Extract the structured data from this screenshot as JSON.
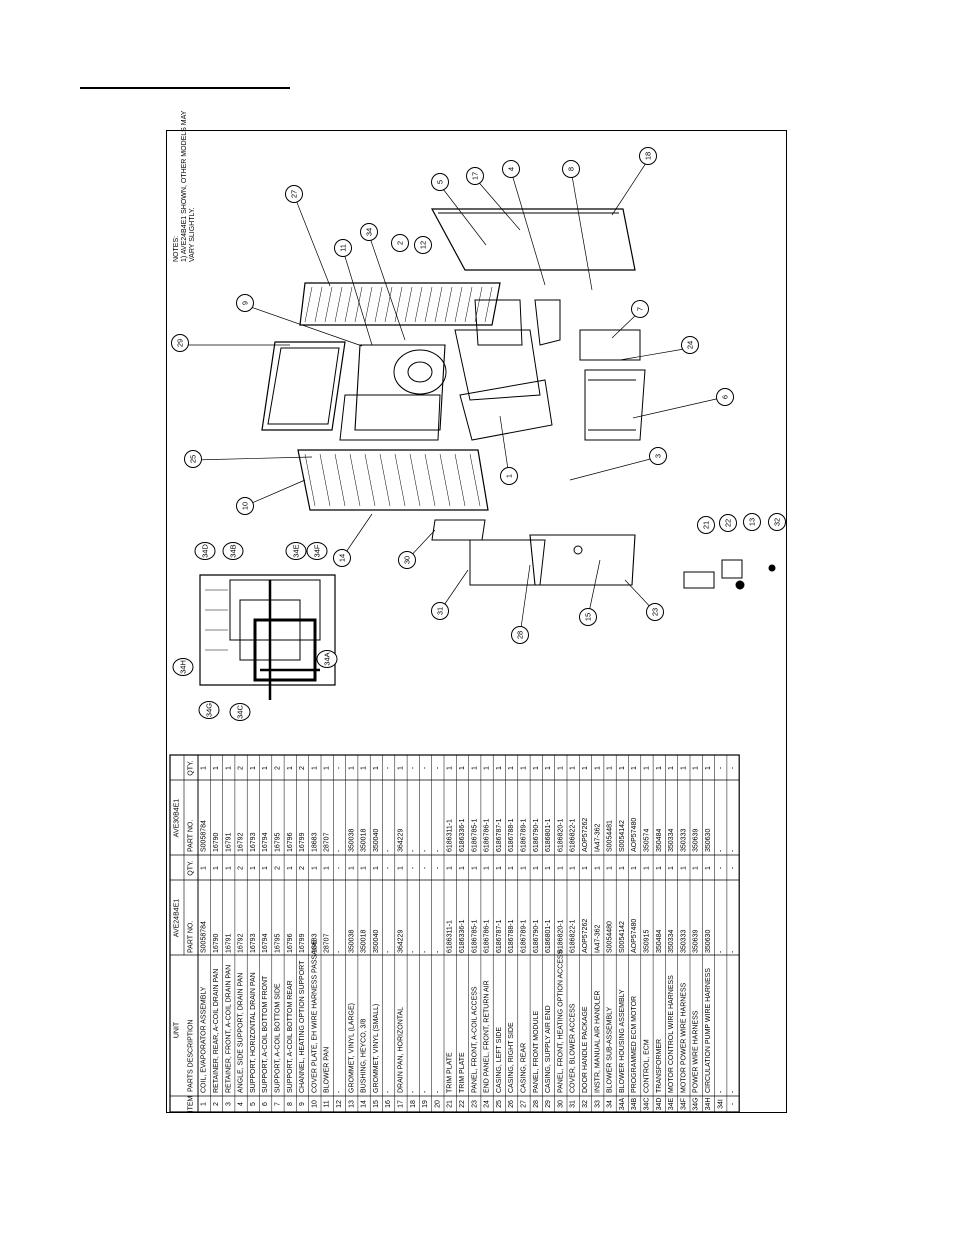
{
  "notes": {
    "heading": "NOTES:",
    "line1": "1) AVE24B4E1 SHOWN, OTHER MODELS MAY",
    "line2": "VARY SLIGHTLY."
  },
  "table": {
    "unit_label": "UNIT",
    "item_label": "ITEM",
    "desc_label": "PARTS DESCRIPTION",
    "models": [
      {
        "name": "AVE24B4E1",
        "part_label": "PART NO.",
        "qty_label": "QTY."
      },
      {
        "name": "AVE30B4E1",
        "part_label": "PART NO.",
        "qty_label": "QTY."
      }
    ],
    "rows": [
      {
        "item": "1",
        "desc": "COIL, EVAPORATOR ASSEMBLY",
        "p1": "S0058784",
        "q1": "1",
        "p2": "S0058784",
        "q2": "1"
      },
      {
        "item": "2",
        "desc": "RETAINER, REAR, A-COIL DRAIN PAN",
        "p1": "16790",
        "q1": "1",
        "p2": "16790",
        "q2": "1"
      },
      {
        "item": "3",
        "desc": "RETAINER, FRONT, A-COIL DRAIN PAN",
        "p1": "16791",
        "q1": "1",
        "p2": "16791",
        "q2": "1"
      },
      {
        "item": "4",
        "desc": "ANGLE, SIDE SUPPORT, DRAIN PAN",
        "p1": "16792",
        "q1": "2",
        "p2": "16792",
        "q2": "2"
      },
      {
        "item": "5",
        "desc": "SUPPORT, HORIZONTAL DRAIN PAN",
        "p1": "16793",
        "q1": "1",
        "p2": "16793",
        "q2": "1"
      },
      {
        "item": "6",
        "desc": "SUPPORT, A-COIL BOTTOM FRONT",
        "p1": "16794",
        "q1": "1",
        "p2": "16794",
        "q2": "1"
      },
      {
        "item": "7",
        "desc": "SUPPORT, A-COIL BOTTOM SIDE",
        "p1": "16795",
        "q1": "2",
        "p2": "16795",
        "q2": "2"
      },
      {
        "item": "8",
        "desc": "SUPPORT, A-COIL BOTTOM REAR",
        "p1": "16796",
        "q1": "1",
        "p2": "16796",
        "q2": "1"
      },
      {
        "item": "9",
        "desc": "CHANNEL, HEATING OPTION SUPPORT",
        "p1": "16799",
        "q1": "2",
        "p2": "16799",
        "q2": "2"
      },
      {
        "item": "10",
        "desc": "COVER PLATE, EH WIRE HARNESS PASSAGE",
        "p1": "18683",
        "q1": "1",
        "p2": "18683",
        "q2": "1"
      },
      {
        "item": "11",
        "desc": "BLOWER PAN",
        "p1": "28707",
        "q1": "1",
        "p2": "28707",
        "q2": "1"
      },
      {
        "item": "12",
        "desc": "-",
        "p1": "-",
        "q1": "-",
        "p2": "-",
        "q2": "-"
      },
      {
        "item": "13",
        "desc": "GROMMET, VINYL (LARGE)",
        "p1": "350038",
        "q1": "1",
        "p2": "350038",
        "q2": "1"
      },
      {
        "item": "14",
        "desc": "BUSHING, HEYCO, 3/8",
        "p1": "350018",
        "q1": "1",
        "p2": "350018",
        "q2": "1"
      },
      {
        "item": "15",
        "desc": "GROMMET, VINYL (SMALL)",
        "p1": "350040",
        "q1": "1",
        "p2": "350040",
        "q2": "1"
      },
      {
        "item": "16",
        "desc": "-",
        "p1": "-",
        "q1": "-",
        "p2": "-",
        "q2": "-"
      },
      {
        "item": "17",
        "desc": "DRAIN PAN, HORIZONTAL",
        "p1": "364229",
        "q1": "1",
        "p2": "364229",
        "q2": "1"
      },
      {
        "item": "18",
        "desc": "-",
        "p1": "-",
        "q1": "-",
        "p2": "-",
        "q2": "-"
      },
      {
        "item": "19",
        "desc": "-",
        "p1": "-",
        "q1": "-",
        "p2": "-",
        "q2": "-"
      },
      {
        "item": "20",
        "desc": "-",
        "p1": "-",
        "q1": "-",
        "p2": "-",
        "q2": "-"
      },
      {
        "item": "21",
        "desc": "TRIM PLATE",
        "p1": "6186311-1",
        "q1": "1",
        "p2": "6186311-1",
        "q2": "1"
      },
      {
        "item": "22",
        "desc": "TRIM PLATE",
        "p1": "6186336-1",
        "q1": "1",
        "p2": "6186336-1",
        "q2": "1"
      },
      {
        "item": "23",
        "desc": "PANEL, FRONT, A-COIL ACCESS",
        "p1": "6186785-1",
        "q1": "1",
        "p2": "6186785-1",
        "q2": "1"
      },
      {
        "item": "24",
        "desc": "END PANEL, FRONT, RETURN AIR",
        "p1": "6186786-1",
        "q1": "1",
        "p2": "6186786-1",
        "q2": "1"
      },
      {
        "item": "25",
        "desc": "CASING, LEFT SIDE",
        "p1": "6186787-1",
        "q1": "1",
        "p2": "6186787-1",
        "q2": "1"
      },
      {
        "item": "26",
        "desc": "CASING, RIGHT SIDE",
        "p1": "6186788-1",
        "q1": "1",
        "p2": "6186788-1",
        "q2": "1"
      },
      {
        "item": "27",
        "desc": "CASING, REAR",
        "p1": "6186789-1",
        "q1": "1",
        "p2": "6186789-1",
        "q2": "1"
      },
      {
        "item": "28",
        "desc": "PANEL, FRONT MODULE",
        "p1": "6186790-1",
        "q1": "1",
        "p2": "6186790-1",
        "q2": "1"
      },
      {
        "item": "29",
        "desc": "CASING, SUPPLY AIR END",
        "p1": "6186801-1",
        "q1": "1",
        "p2": "6186801-1",
        "q2": "1"
      },
      {
        "item": "30",
        "desc": "PANEL, FRONT, HEATING OPTION ACCESS",
        "p1": "6186820-1",
        "q1": "1",
        "p2": "6186820-1",
        "q2": "1"
      },
      {
        "item": "31",
        "desc": "COVER, BLOWER ACCESS",
        "p1": "6186822-1",
        "q1": "1",
        "p2": "6186822-1",
        "q2": "1"
      },
      {
        "item": "32",
        "desc": "DOOR HANDLE PACKAGE",
        "p1": "AOP57262",
        "q1": "1",
        "p2": "AOP57262",
        "q2": "1"
      },
      {
        "item": "33",
        "desc": "INSTR, MANUAL AIR HANDLER",
        "p1": "IA47-362",
        "q1": "1",
        "p2": "IA47-362",
        "q2": "1"
      },
      {
        "item": "34",
        "desc": "BLOWER SUB-ASSEMBLY",
        "p1": "S0054480",
        "q1": "1",
        "p2": "S0054481",
        "q2": "1"
      },
      {
        "item": "34A",
        "desc": "BLOWER HOUSING ASSEMBLY",
        "p1": "S0054142",
        "q1": "1",
        "p2": "S0054142",
        "q2": "1"
      },
      {
        "item": "34B",
        "desc": "PROGRAMMED ECM MOTOR",
        "p1": "AOP57480",
        "q1": "1",
        "p2": "AOP57480",
        "q2": "1"
      },
      {
        "item": "34C",
        "desc": "CONTROL, ECM",
        "p1": "350915",
        "q1": "1",
        "p2": "350574",
        "q2": "1"
      },
      {
        "item": "34D",
        "desc": "TRANSFORMER",
        "p1": "350484",
        "q1": "1",
        "p2": "350484",
        "q2": "1"
      },
      {
        "item": "34E",
        "desc": "MOTOR CONTROL WIRE HARNESS",
        "p1": "350334",
        "q1": "1",
        "p2": "350334",
        "q2": "1"
      },
      {
        "item": "34F",
        "desc": "MOTOR POWER WIRE HARNESS",
        "p1": "350333",
        "q1": "1",
        "p2": "350333",
        "q2": "1"
      },
      {
        "item": "34G",
        "desc": "POWER WIRE HARNESS",
        "p1": "350639",
        "q1": "1",
        "p2": "350639",
        "q2": "1"
      },
      {
        "item": "34H",
        "desc": "CIRCULATION PUMP WIRE HARNESS",
        "p1": "350630",
        "q1": "1",
        "p2": "350630",
        "q2": "1"
      },
      {
        "item": "34I",
        "desc": "-",
        "p1": "-",
        "q1": "-",
        "p2": "-",
        "q2": "-"
      },
      {
        "item": "-",
        "desc": "-",
        "p1": "-",
        "q1": "-",
        "p2": "-",
        "q2": "-"
      }
    ]
  },
  "callouts": [
    {
      "id": "c18",
      "label": "18"
    },
    {
      "id": "c17",
      "label": "17"
    },
    {
      "id": "c4",
      "label": "4"
    },
    {
      "id": "c8",
      "label": "8"
    },
    {
      "id": "c5",
      "label": "5"
    },
    {
      "id": "c27",
      "label": "27"
    },
    {
      "id": "c34",
      "label": "34"
    },
    {
      "id": "c11",
      "label": "11"
    },
    {
      "id": "c2",
      "label": "2"
    },
    {
      "id": "c12",
      "label": "12"
    },
    {
      "id": "c9",
      "label": "9"
    },
    {
      "id": "c29",
      "label": "29"
    },
    {
      "id": "c7",
      "label": "7"
    },
    {
      "id": "c24",
      "label": "24"
    },
    {
      "id": "c6",
      "label": "6"
    },
    {
      "id": "c3",
      "label": "3"
    },
    {
      "id": "c1",
      "label": "1"
    },
    {
      "id": "c25",
      "label": "25"
    },
    {
      "id": "c10",
      "label": "10"
    },
    {
      "id": "c14",
      "label": "14"
    },
    {
      "id": "c34D",
      "label": "34D"
    },
    {
      "id": "c34B",
      "label": "34B"
    },
    {
      "id": "c34E",
      "label": "34E"
    },
    {
      "id": "c34F",
      "label": "34F"
    },
    {
      "id": "c30",
      "label": "30"
    },
    {
      "id": "c31",
      "label": "31"
    },
    {
      "id": "c28",
      "label": "28"
    },
    {
      "id": "c15",
      "label": "15"
    },
    {
      "id": "c23",
      "label": "23"
    },
    {
      "id": "c21",
      "label": "21"
    },
    {
      "id": "c22",
      "label": "22"
    },
    {
      "id": "c13",
      "label": "13"
    },
    {
      "id": "c32",
      "label": "32"
    },
    {
      "id": "c34H",
      "label": "34H"
    },
    {
      "id": "c34A",
      "label": "34A"
    },
    {
      "id": "c34G",
      "label": "34G"
    },
    {
      "id": "c34C",
      "label": "34C"
    }
  ]
}
